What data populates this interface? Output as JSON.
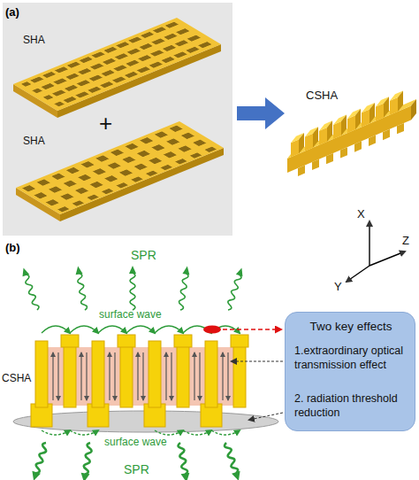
{
  "diagram": {
    "nodes": [
      {
        "text": [
          "Two key effects",
          "1.extraordinary optical transmission effect",
          "2. radiation threshold reduction"
        ]
      }
    ],
    "labels": [
      "(a)",
      "SHA",
      "+",
      "SHA",
      "CSHA",
      "X",
      "Z",
      "Y",
      "(b)",
      "SPR",
      "surface wave",
      "CSHA",
      "surface wave",
      "SPR"
    ]
  }
}
